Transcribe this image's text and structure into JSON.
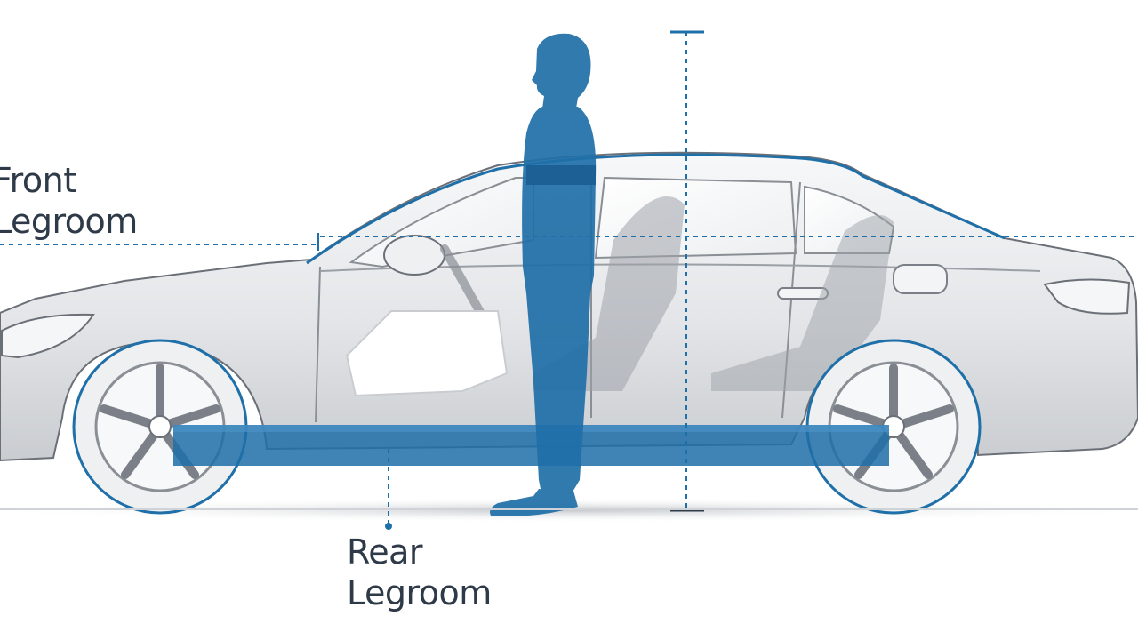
{
  "labels": {
    "front": {
      "line1": "Front",
      "line2": "Legroom"
    },
    "rear": {
      "line1": "Rear",
      "line2": "Legroom"
    }
  },
  "colors": {
    "accent": "#1f6fa8",
    "accent_translucent": "#2f7fb8",
    "car_body": "#e7e9ec",
    "car_outline": "#6b7078",
    "tire": "#8a8f96",
    "shadow": "#d8dadd",
    "text": "#2f3a48"
  },
  "icons": {
    "person": "standing-person-silhouette",
    "car": "sedan-side-view"
  }
}
